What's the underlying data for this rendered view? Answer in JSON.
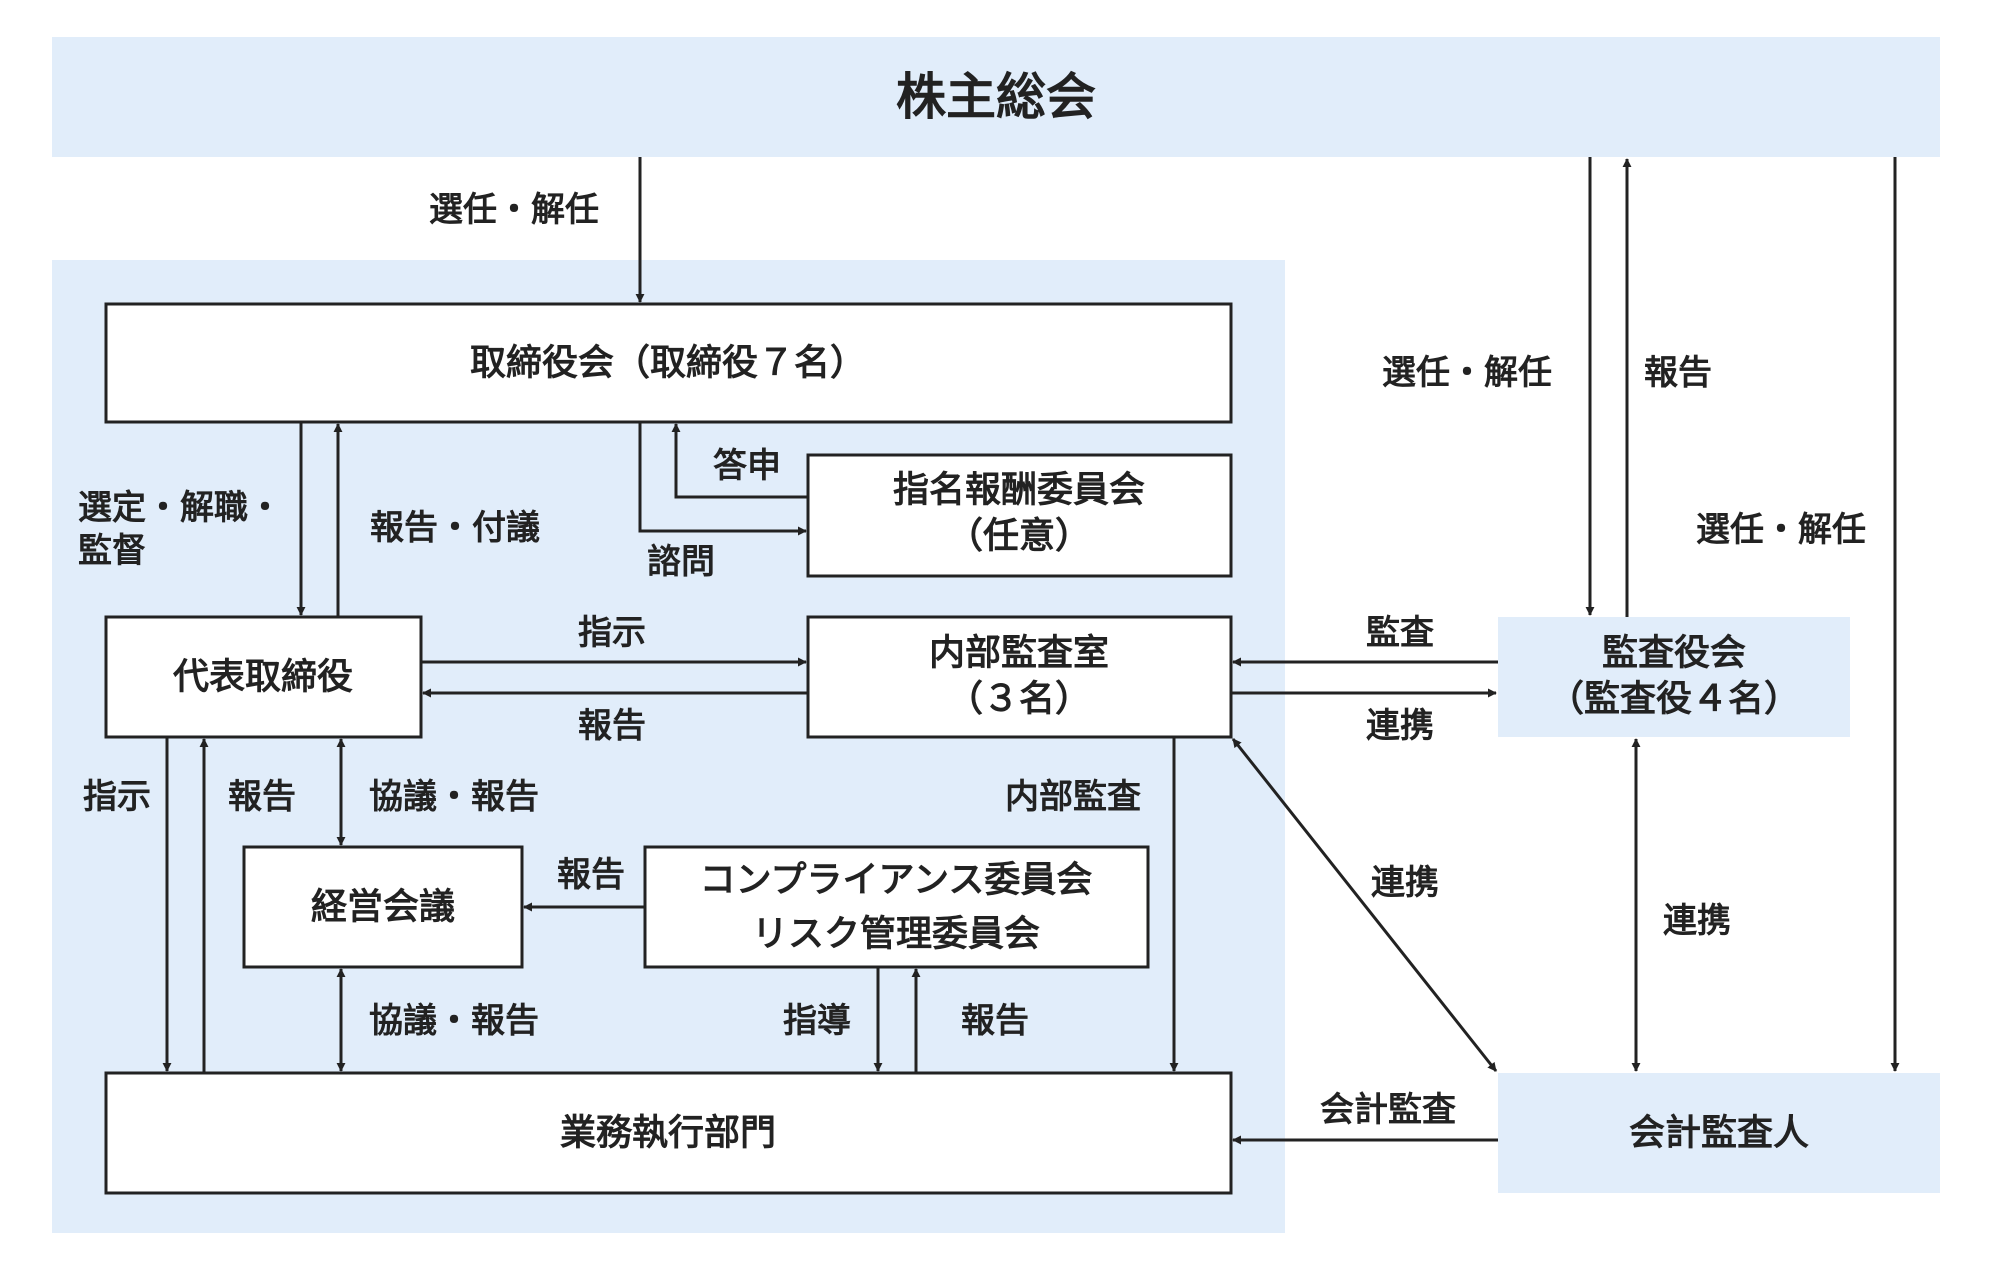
{
  "colors": {
    "panel": "#e1edfa",
    "ink": "#222222",
    "box": "#ffffff"
  },
  "nodes": {
    "shareholders": "株主総会",
    "board": "取締役会（取締役７名）",
    "nomination_line1": "指名報酬委員会",
    "nomination_line2": "（任意）",
    "representative": "代表取締役",
    "internal_audit_line1": "内部監査室",
    "internal_audit_line2": "（３名）",
    "audit_board_line1": "監査役会",
    "audit_board_line2": "（監査役４名）",
    "management_meeting": "経営会議",
    "compliance_line1": "コンプライアンス委員会",
    "compliance_line2": "リスク管理委員会",
    "business": "業務執行部門",
    "accounting_auditor": "会計監査人"
  },
  "edges": {
    "gm_to_board": "選任・解任",
    "gm_to_audit_board": "選任・解任",
    "audit_board_to_gm": "報告",
    "gm_to_accounting": "選任・解任",
    "board_to_rep_line1": "選定・解職・",
    "board_to_rep_line2": "監督",
    "rep_to_board": "報告・付議",
    "nomination_to_board": "答申",
    "board_to_nomination": "諮問",
    "rep_to_internal": "指示",
    "internal_to_rep": "報告",
    "audit_to_internal": "監査",
    "internal_to_audit": "連携",
    "rep_to_business": "指示",
    "business_to_rep": "報告",
    "rep_meeting": "協議・報告",
    "internal_to_business": "内部監査",
    "internal_accounting": "連携",
    "audit_accounting": "連携",
    "compliance_to_meeting": "報告",
    "meeting_business": "協議・報告",
    "compliance_to_business": "指導",
    "business_to_compliance": "報告",
    "accounting_to_business": "会計監査"
  }
}
